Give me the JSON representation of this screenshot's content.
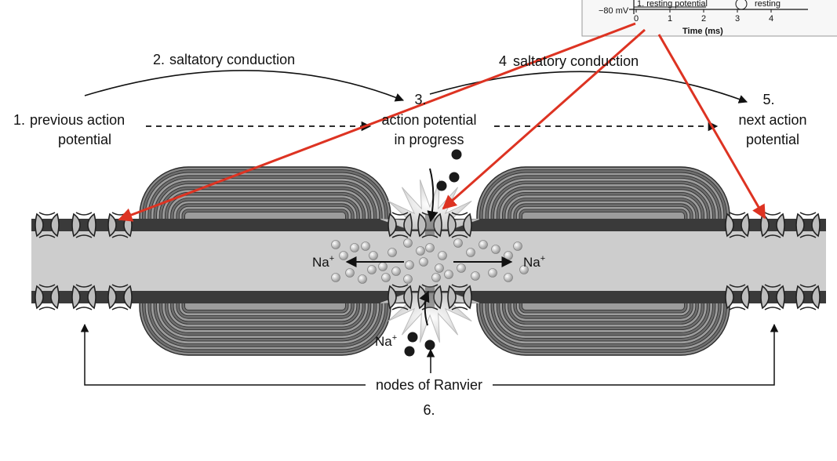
{
  "labels": {
    "prev_num": "1.",
    "prev_line1": "previous action",
    "prev_line2": "potential",
    "salt_left_num": "2.",
    "salt_left_text": "saltatory conduction",
    "prog_num": "3.",
    "prog_line1": "action potential",
    "prog_line2": "in progress",
    "salt_right_num": "4",
    "salt_right_text": "saltatory conduction",
    "next_num": "5.",
    "next_line1": "next action",
    "next_line2": "potential",
    "nodes_text": "nodes of Ranvier",
    "nodes_num": "6."
  },
  "ions": {
    "na_left": "Na",
    "na_right": "Na",
    "na_bottom": "Na",
    "plus": "+"
  },
  "inset": {
    "y_tick": "−80 mV",
    "resting_label": "1. resting potential",
    "resting_label_right": "resting",
    "x_ticks": [
      "0",
      "1",
      "2",
      "3",
      "4"
    ],
    "x_title": "Time (ms)"
  },
  "colors": {
    "arrow_red": "#dd3322",
    "membrane": "#3a3a3a",
    "axon_fill": "#cdcdcd",
    "myelin": "#7a7a7a"
  }
}
